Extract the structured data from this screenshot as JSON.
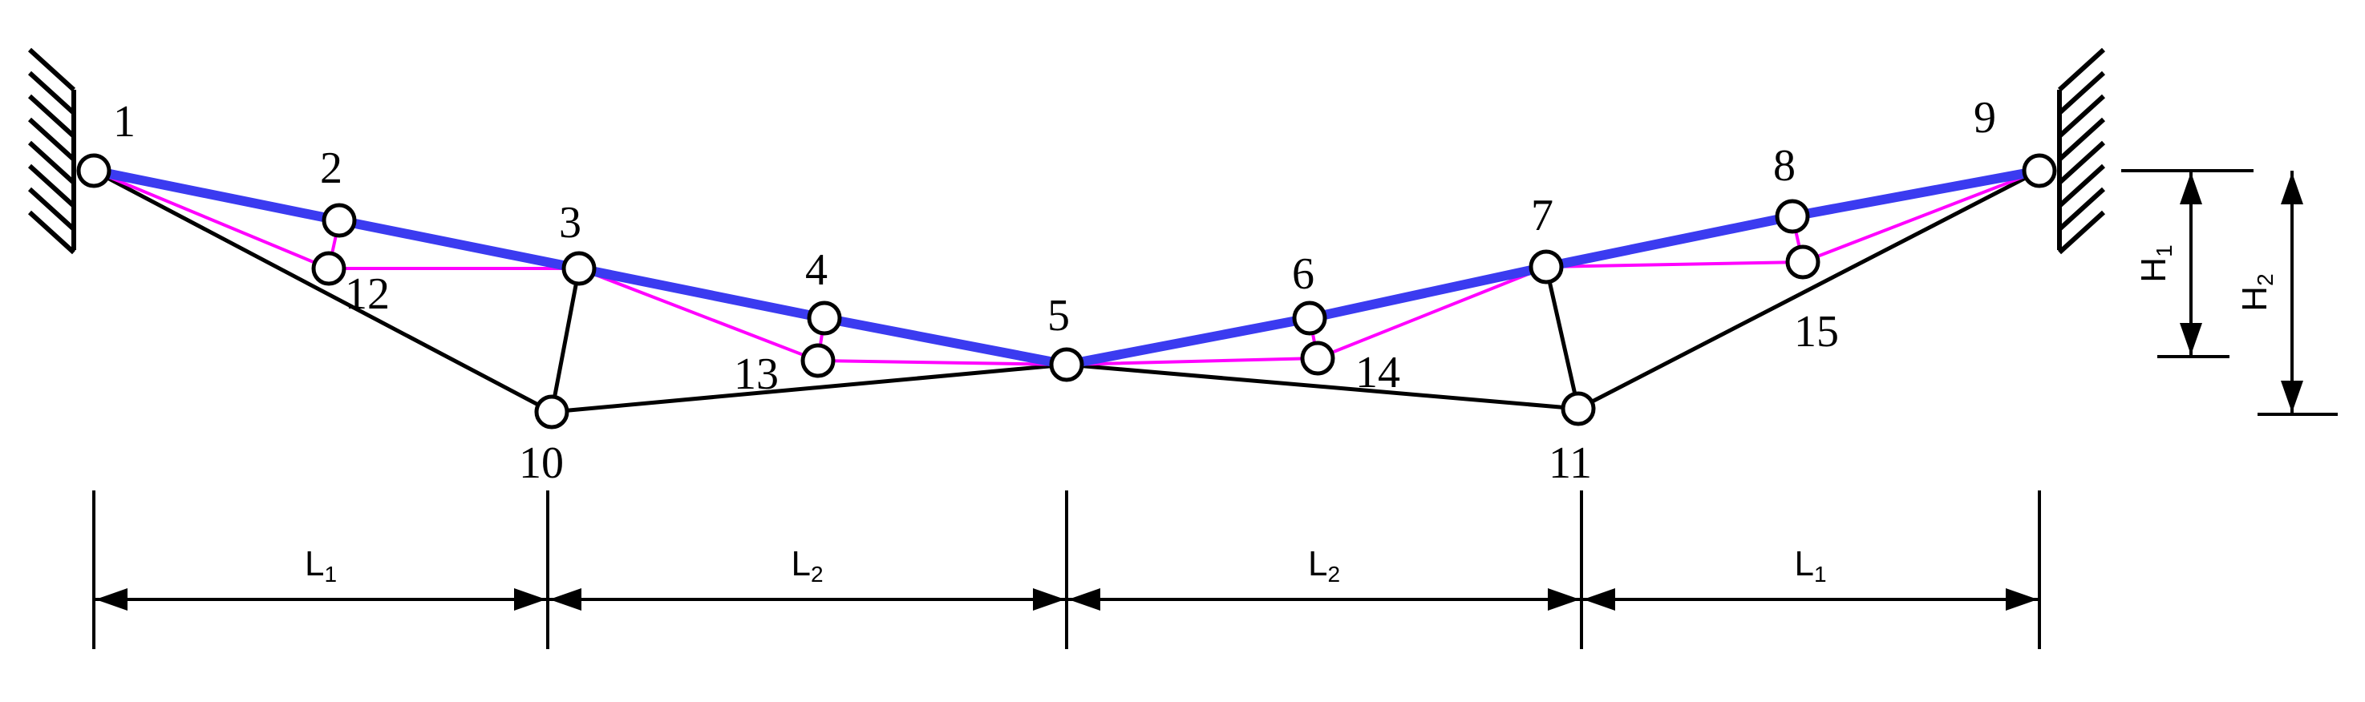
{
  "diagram": {
    "colors": {
      "top_chord": "#3b3bf0",
      "inner_members": "#ff00ff",
      "bottom_members": "#000000",
      "node_fill": "#ffffff",
      "node_stroke": "#000000"
    },
    "nodes": [
      {
        "id": "1",
        "label": "1"
      },
      {
        "id": "2",
        "label": "2"
      },
      {
        "id": "3",
        "label": "3"
      },
      {
        "id": "4",
        "label": "4"
      },
      {
        "id": "5",
        "label": "5"
      },
      {
        "id": "6",
        "label": "6"
      },
      {
        "id": "7",
        "label": "7"
      },
      {
        "id": "8",
        "label": "8"
      },
      {
        "id": "9",
        "label": "9"
      },
      {
        "id": "10",
        "label": "10"
      },
      {
        "id": "11",
        "label": "11"
      },
      {
        "id": "12",
        "label": "12"
      },
      {
        "id": "13",
        "label": "13"
      },
      {
        "id": "14",
        "label": "14"
      },
      {
        "id": "15",
        "label": "15"
      }
    ],
    "members": [
      {
        "from": "1",
        "to": "2",
        "kind": "top_chord"
      },
      {
        "from": "2",
        "to": "3",
        "kind": "top_chord"
      },
      {
        "from": "3",
        "to": "4",
        "kind": "top_chord"
      },
      {
        "from": "4",
        "to": "5",
        "kind": "top_chord"
      },
      {
        "from": "5",
        "to": "6",
        "kind": "top_chord"
      },
      {
        "from": "6",
        "to": "7",
        "kind": "top_chord"
      },
      {
        "from": "7",
        "to": "8",
        "kind": "top_chord"
      },
      {
        "from": "8",
        "to": "9",
        "kind": "top_chord"
      },
      {
        "from": "1",
        "to": "12",
        "kind": "inner_members"
      },
      {
        "from": "12",
        "to": "3",
        "kind": "inner_members"
      },
      {
        "from": "2",
        "to": "12",
        "kind": "inner_members"
      },
      {
        "from": "3",
        "to": "13",
        "kind": "inner_members"
      },
      {
        "from": "13",
        "to": "5",
        "kind": "inner_members"
      },
      {
        "from": "4",
        "to": "13",
        "kind": "inner_members"
      },
      {
        "from": "5",
        "to": "14",
        "kind": "inner_members"
      },
      {
        "from": "14",
        "to": "7",
        "kind": "inner_members"
      },
      {
        "from": "6",
        "to": "14",
        "kind": "inner_members"
      },
      {
        "from": "7",
        "to": "15",
        "kind": "inner_members"
      },
      {
        "from": "15",
        "to": "9",
        "kind": "inner_members"
      },
      {
        "from": "8",
        "to": "15",
        "kind": "inner_members"
      },
      {
        "from": "1",
        "to": "10",
        "kind": "bottom_members"
      },
      {
        "from": "10",
        "to": "3",
        "kind": "bottom_members"
      },
      {
        "from": "10",
        "to": "5",
        "kind": "bottom_members"
      },
      {
        "from": "5",
        "to": "11",
        "kind": "bottom_members"
      },
      {
        "from": "11",
        "to": "7",
        "kind": "bottom_members"
      },
      {
        "from": "11",
        "to": "9",
        "kind": "bottom_members"
      }
    ],
    "supports": [
      {
        "node": "1",
        "side": "left"
      },
      {
        "node": "9",
        "side": "right"
      }
    ],
    "span_dimensions": [
      {
        "label": "L",
        "sub": "1"
      },
      {
        "label": "L",
        "sub": "2"
      },
      {
        "label": "L",
        "sub": "2"
      },
      {
        "label": "L",
        "sub": "1"
      }
    ],
    "height_dimensions": [
      {
        "label": "H",
        "sub": "1"
      },
      {
        "label": "H",
        "sub": "2"
      }
    ]
  }
}
